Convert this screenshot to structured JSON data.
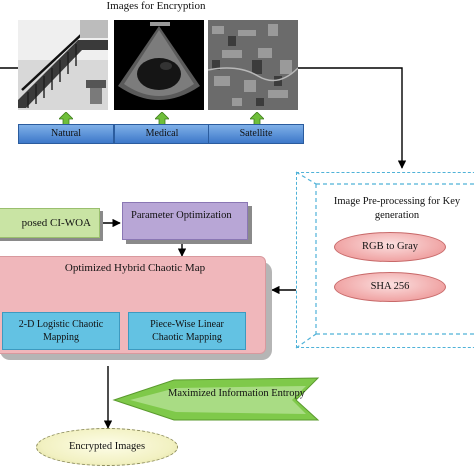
{
  "title": "Images for Encryption",
  "categories": [
    {
      "label": "Natural"
    },
    {
      "label": "Medical"
    },
    {
      "label": "Satellite"
    }
  ],
  "proposed_box": "posed CI-WOA",
  "parameter_box": "Parameter Optimization",
  "hybrid": {
    "title": "Optimized Hybrid Chaotic Map",
    "logistic": [
      "2-D Logistic Chaotic",
      "Mapping"
    ],
    "piecewise": [
      "Piece-Wise Linear",
      "Chaotic Mapping"
    ]
  },
  "preprocessing": {
    "title_line1": "Image Pre-processing for Key",
    "title_line2": "generation",
    "step1": "RGB to Gray",
    "step2": "SHA 256"
  },
  "entropy": "Maximized Information Entropy",
  "encrypted": "Encrypted Images",
  "colors": {
    "button_blue": "#3d78c9",
    "green_box": "#c9e4a4",
    "purple_box": "#b8a6d6",
    "pink_panel": "#f0b7bb",
    "cyan_box": "#63c2e3",
    "dashed_border": "#4fb2d8",
    "arrow_green": "#6fbf3a"
  }
}
